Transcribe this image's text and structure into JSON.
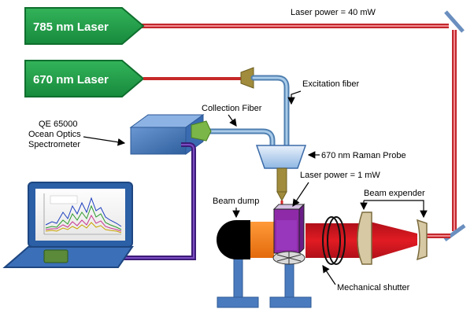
{
  "lasers": {
    "laser_785": "785 nm Laser",
    "laser_670": "670 nm Laser"
  },
  "labels": {
    "laser_power_40": "Laser power = 40 mW",
    "excitation_fiber": "Excitation fiber",
    "collection_fiber": "Collection Fiber",
    "spectrometer_line1": "QE 65000",
    "spectrometer_line2": "Ocean Optics",
    "spectrometer_line3": "Spectrometer",
    "raman_probe": "670 nm Raman Probe",
    "laser_power_1": "Laser power = 1 mW",
    "beam_dump": "Beam dump",
    "beam_expender": "Beam expender",
    "mechanical_shutter": "Mechanical shutter"
  },
  "colors": {
    "laser_box": "#1fa04b",
    "beam_785": "#d32f2f",
    "beam_670": "#c0282a",
    "fiber": "#7aa7cf",
    "fiber_purple": "#5b2d8c",
    "spectrometer": "#4f7fc0",
    "lens": "#d7c9a3",
    "beam_dump": "#000000",
    "beam_orange": "#f5801f",
    "cuvette": "#8e2aa8",
    "stand": "#4a7bbf"
  }
}
